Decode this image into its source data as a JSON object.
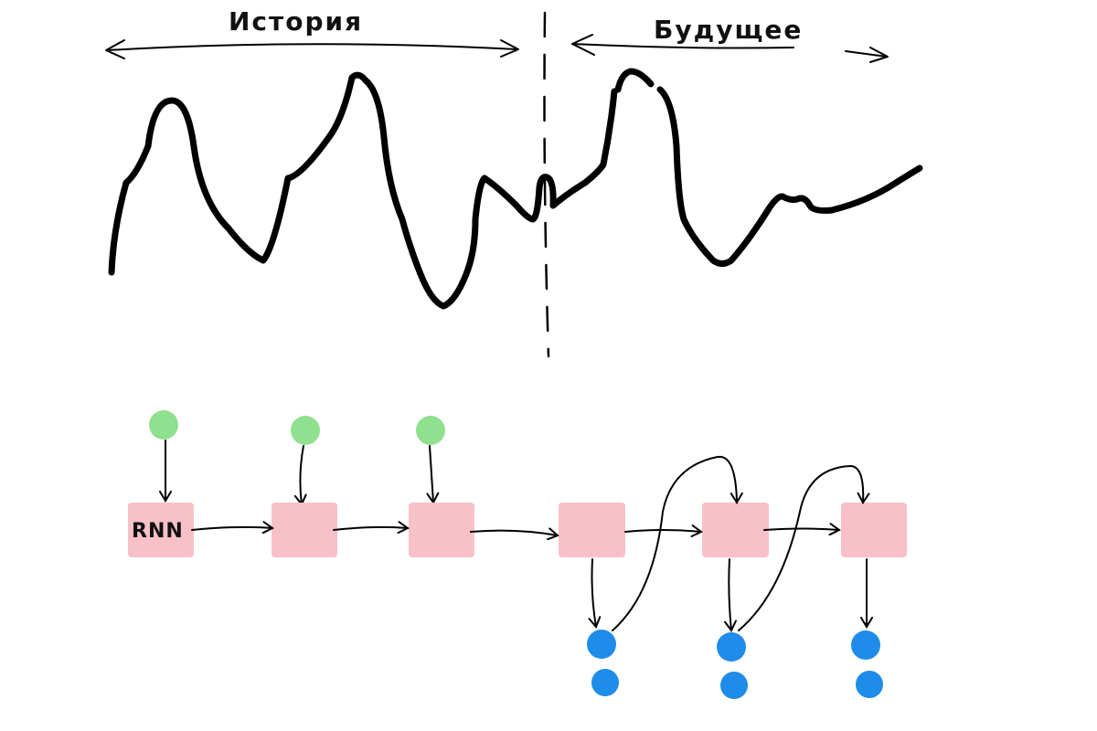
{
  "labels": {
    "history": "История",
    "future": "Будущее",
    "rnn": "RNN"
  },
  "colors": {
    "input_node": "#8fe08f",
    "rnn_cell": "#f8c0c8",
    "output_node": "#1e8ce8",
    "ink": "#000000"
  },
  "diagram": {
    "inputs": 3,
    "rnn_cells": 6,
    "outputs_per_future_cell": 2,
    "future_cells": 3
  }
}
